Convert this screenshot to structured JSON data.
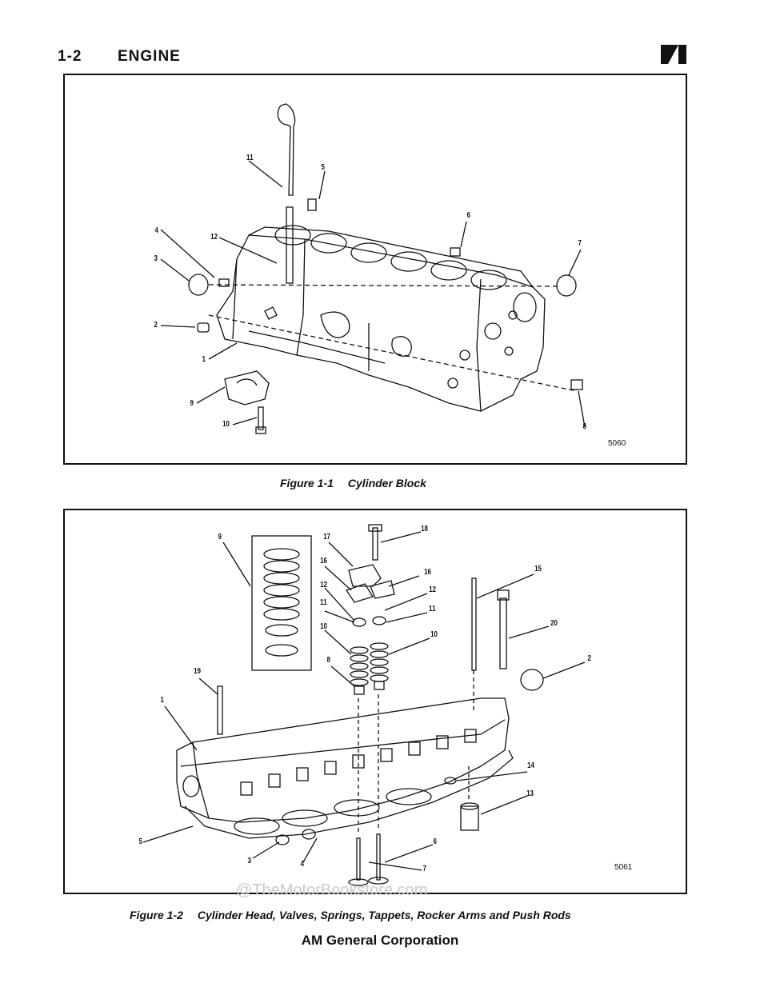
{
  "header": {
    "section": "1-2",
    "title": "ENGINE",
    "logo": "publisher-logo"
  },
  "figure1": {
    "number": "Figure 1-1",
    "title": "Cylinder Block",
    "ref": "5060",
    "callouts": [
      "11",
      "5",
      "6",
      "7",
      "4",
      "12",
      "3",
      "2",
      "1",
      "9",
      "10",
      "8"
    ]
  },
  "figure2": {
    "number": "Figure 1-2",
    "title": "Cylinder Head, Valves, Springs, Tappets, Rocker Arms and Push Rods",
    "ref": "5061",
    "callouts": [
      "9",
      "17",
      "18",
      "16",
      "16",
      "12",
      "12",
      "11",
      "11",
      "15",
      "10",
      "10",
      "20",
      "8",
      "2",
      "19",
      "1",
      "14",
      "13",
      "5",
      "3",
      "4",
      "6",
      "7"
    ]
  },
  "watermark": "@TheMotorBookstore.com",
  "footer": "AM General Corporation"
}
